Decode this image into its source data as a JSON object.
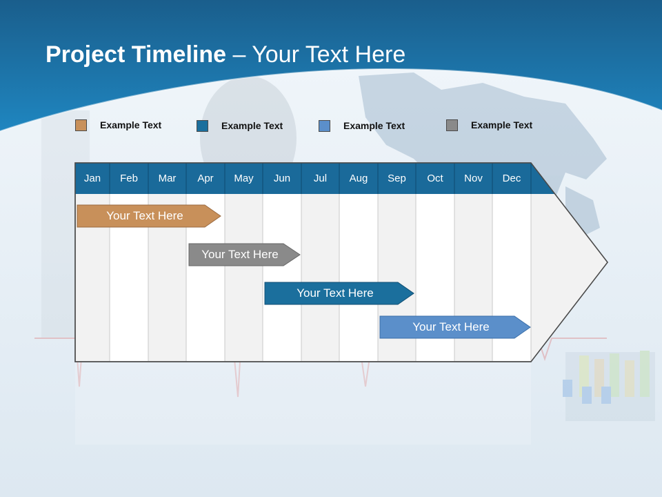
{
  "title": {
    "bold": "Project Timeline",
    "rest": " – Your Text Here"
  },
  "colors": {
    "header_blue": "#1a6a9a",
    "tan": "#c8905a",
    "dark_blue": "#1b6f9d",
    "mid_blue": "#5b8fca",
    "gray": "#8a8a8a"
  },
  "legend": [
    {
      "label": "Example Text",
      "color": "#c8905a"
    },
    {
      "label": "Example Text",
      "color": "#1b6f9d"
    },
    {
      "label": "Example Text",
      "color": "#5b8fca"
    },
    {
      "label": "Example Text",
      "color": "#8a8a8a"
    }
  ],
  "months": [
    "Jan",
    "Feb",
    "Mar",
    "Apr",
    "May",
    "Jun",
    "Jul",
    "Aug",
    "Sep",
    "Oct",
    "Nov",
    "Dec"
  ],
  "bars": [
    {
      "label": "Your  Text Here",
      "color": "#c8905a"
    },
    {
      "label": "Your  Text Here",
      "color": "#8a8a8a"
    },
    {
      "label": "Your  Text Here",
      "color": "#1b6f9d"
    },
    {
      "label": "Your  Text Here",
      "color": "#5b8fca"
    }
  ]
}
